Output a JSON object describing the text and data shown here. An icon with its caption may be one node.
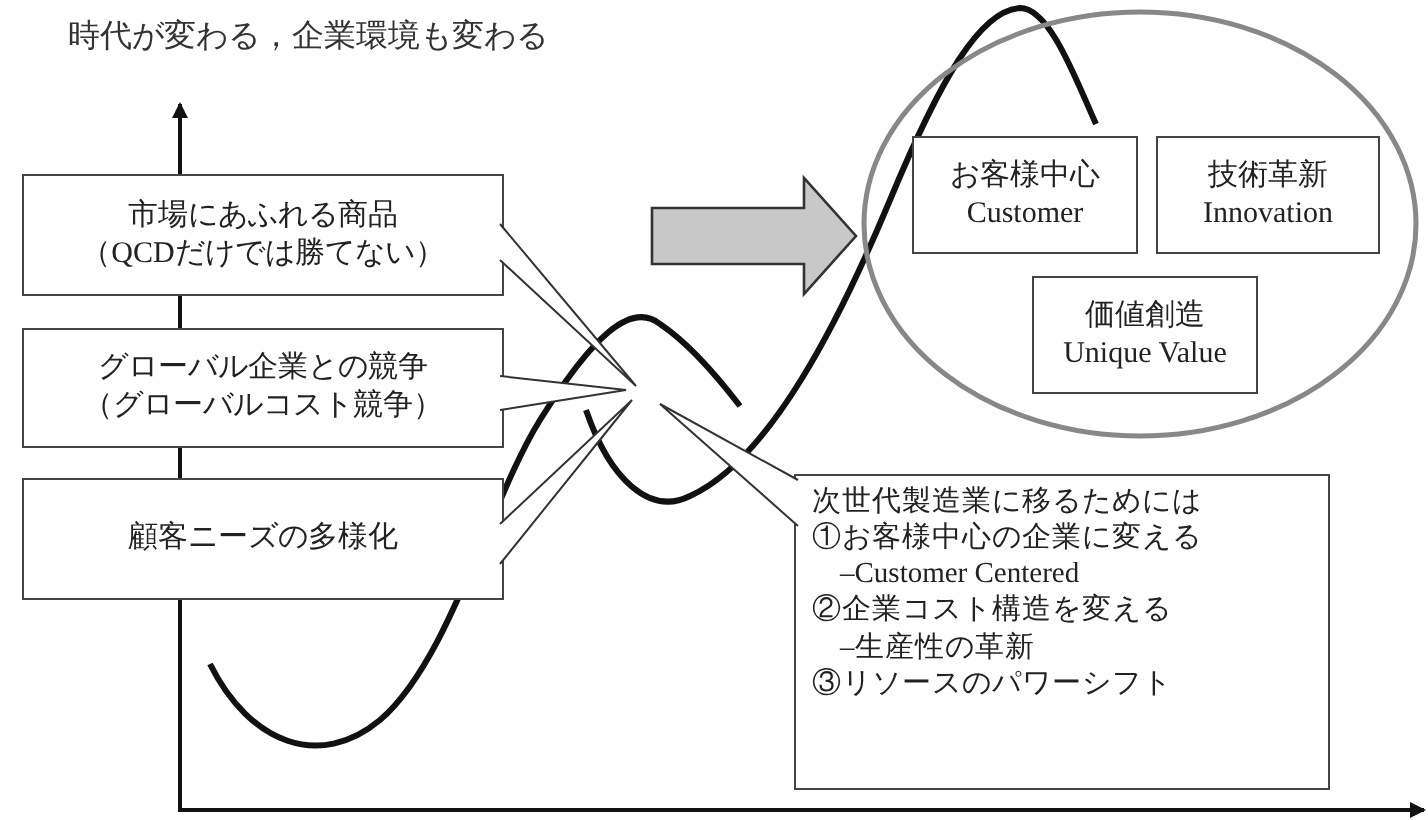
{
  "diagram": {
    "nodes": [
      {
        "text": [
          "市場にあふれる商品",
          "（QCDだけでは勝てない）"
        ]
      },
      {
        "text": [
          "グローバル企業との競争",
          "（グローバルコスト競争）"
        ]
      },
      {
        "text": [
          "顧客ニーズの多様化"
        ]
      },
      {
        "text": [],
        "shape": "circle"
      },
      {
        "text": [
          "お客様中心",
          "Customer"
        ],
        "in": 3
      },
      {
        "text": [
          "技術革新",
          "Innovation"
        ],
        "in": 3
      },
      {
        "text": [
          "価値創造",
          "Unique Value"
        ],
        "in": 3
      },
      {
        "text": [
          "次世代製造業に移るためには",
          "①お客様中心の企業に変える",
          "–Customer Centered",
          "②企業コスト構造を変える",
          "–生産性の革新",
          "③リソースのパワーシフト"
        ]
      }
    ],
    "edges": [
      {
        "from": null,
        "to": 3,
        "arrow": "to",
        "style": "thick",
        "color": "#c8c8c8"
      }
    ],
    "labels": [
      "時代が変わる，企業環境も変わる"
    ]
  }
}
